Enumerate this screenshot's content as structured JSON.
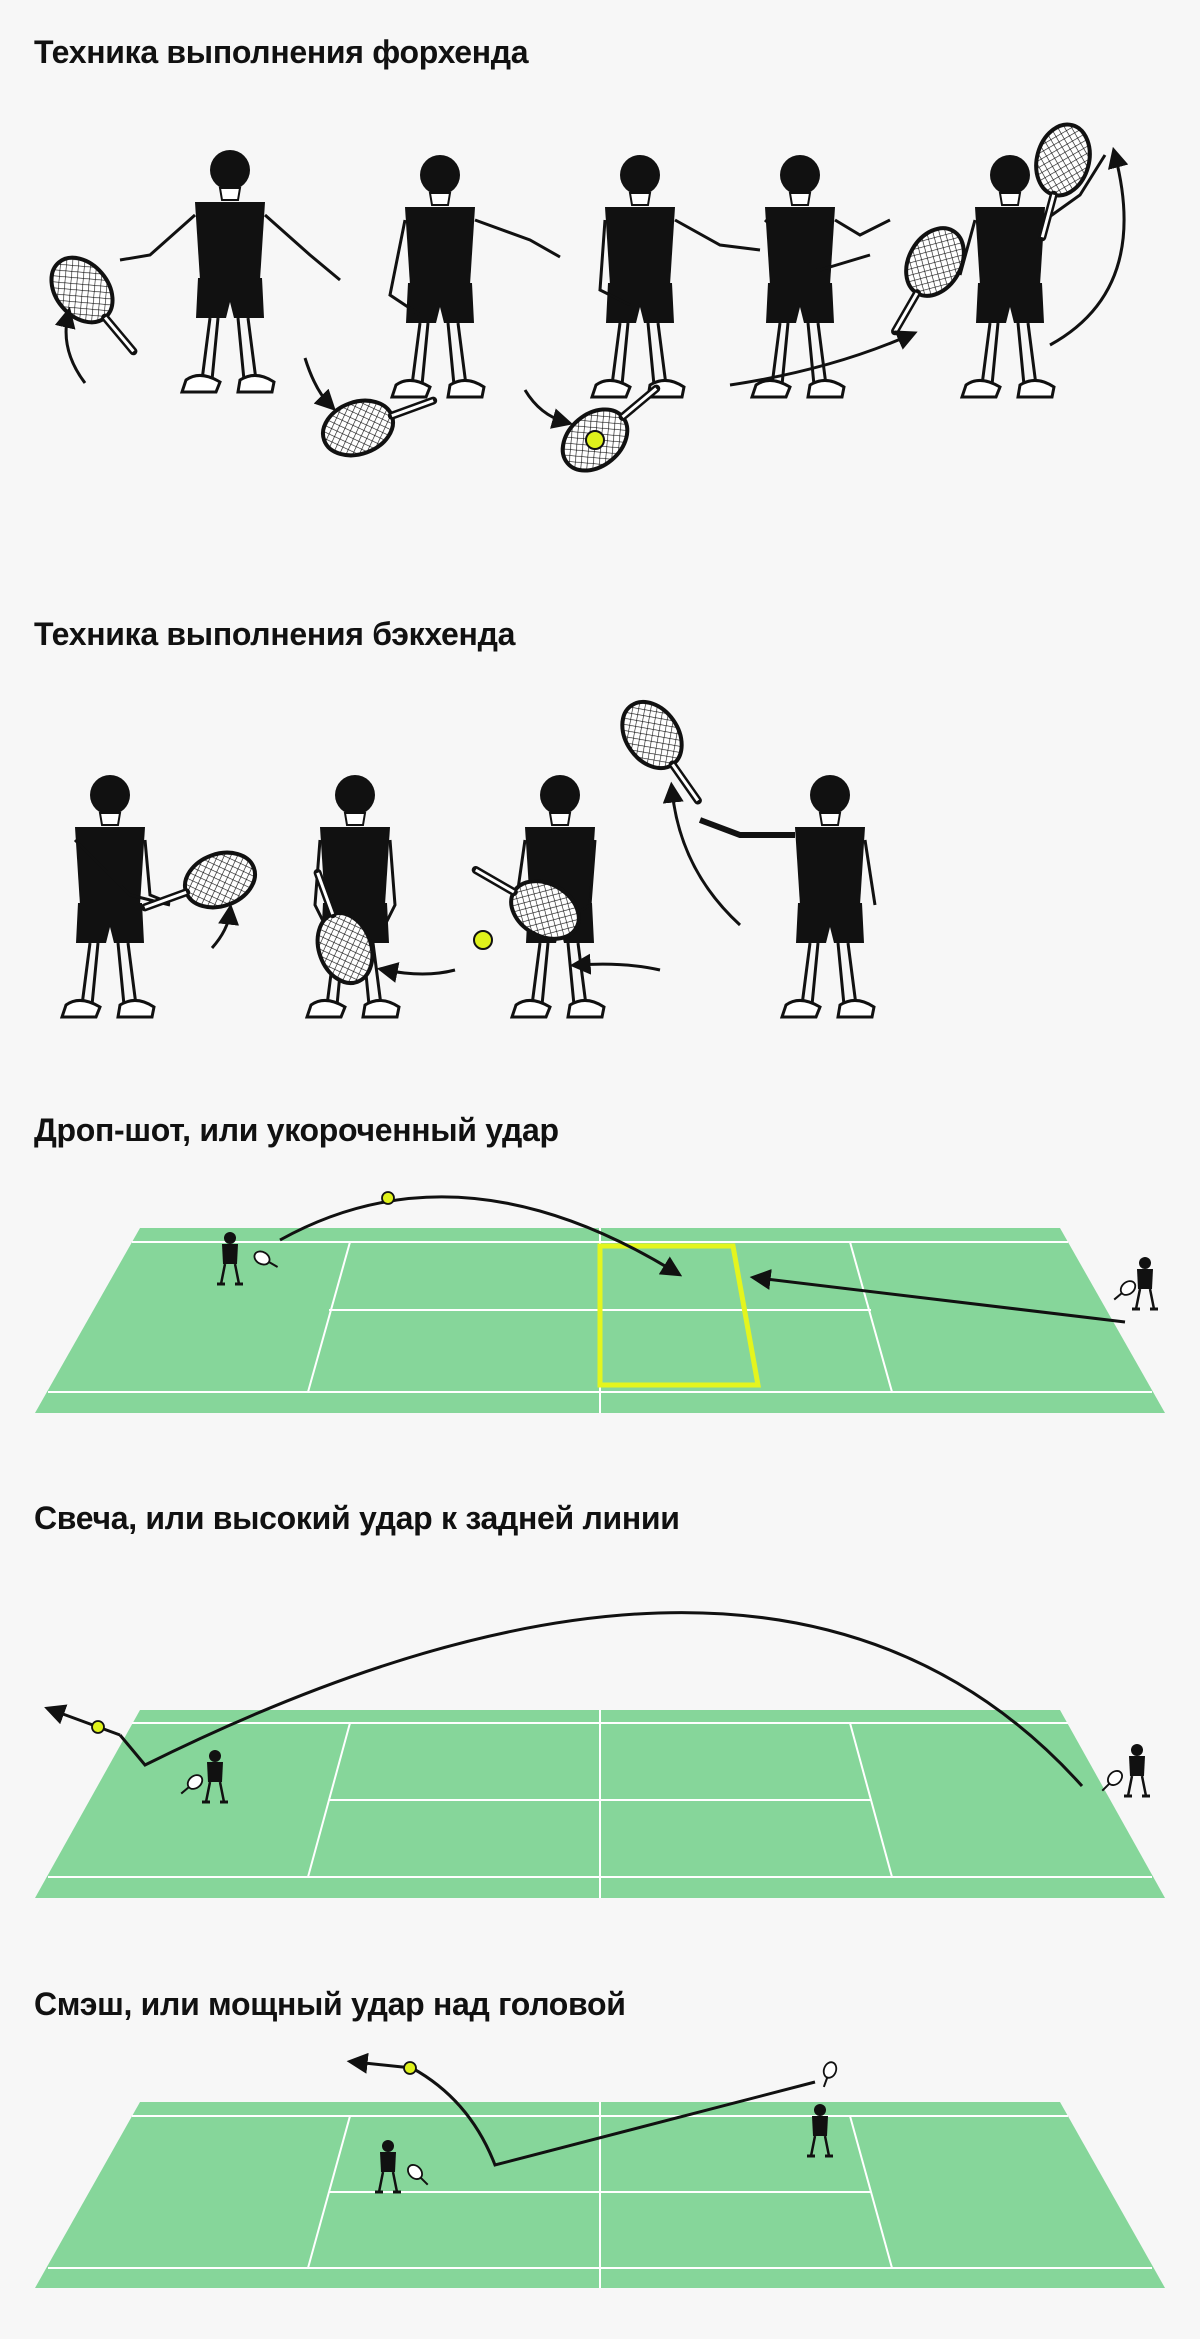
{
  "sections": [
    {
      "title": "Техника выполнения форхенда"
    },
    {
      "title": "Техника выполнения бэкхенда"
    },
    {
      "title": "Дроп-шот, или укороченный удар"
    },
    {
      "title": "Свеча, или высокий удар к задней линии"
    },
    {
      "title": "Смэш, или мощный удар над головой"
    }
  ],
  "colors": {
    "background": "#f7f7f7",
    "court": "#86d69a",
    "court_lines": "#ffffff",
    "ball": "#dff21b",
    "highlight": "#e4f51e",
    "ink": "#111111"
  },
  "icons": [
    "player-figure-icon",
    "tennis-racket-icon",
    "tennis-ball-icon",
    "trajectory-arrow-icon"
  ]
}
